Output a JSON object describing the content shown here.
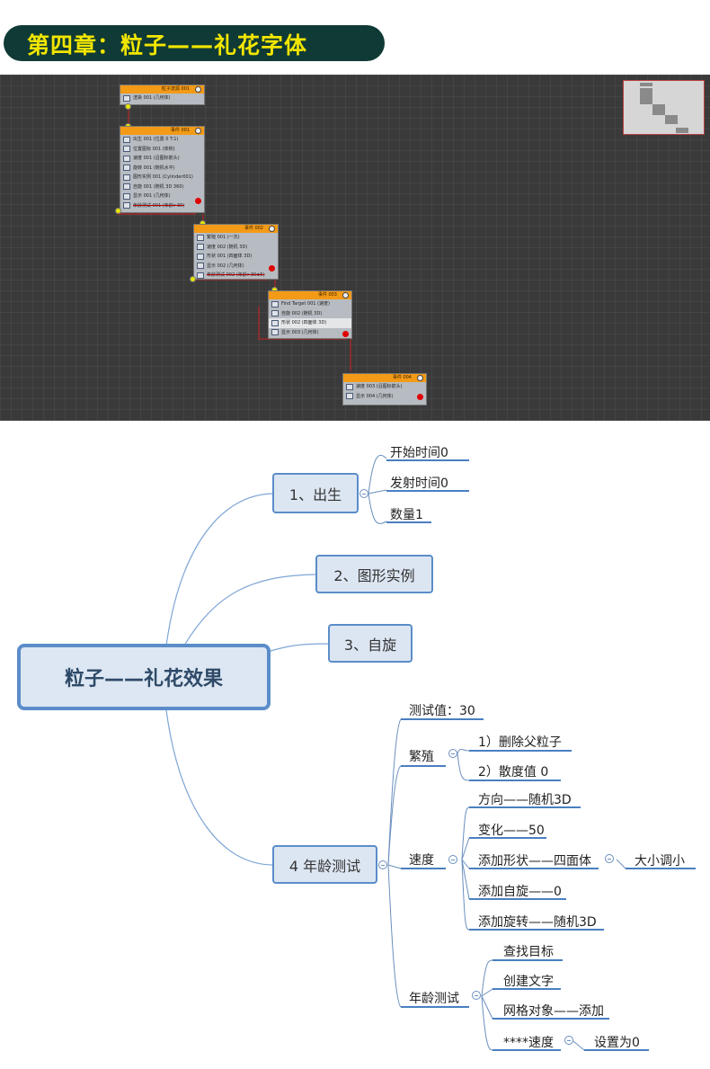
{
  "header": {
    "title": "第四章：粒子——礼花字体"
  },
  "graph": {
    "events": [
      {
        "title": "粒子流源 001",
        "ops": [
          "渲染 001 (几何体)"
        ]
      },
      {
        "title": "事件 001",
        "ops": [
          "出生 001 (位置 0 T:1)",
          "位置图标 001 (体积)",
          "速度 001 (沿图标箭头)",
          "旋转 001 (随机水平)",
          "图形实例 001 (Cylinder001)",
          "自旋 001 (随机 3D 360)",
          "显示 001 (几何体)",
          "年龄测试 001 (年龄>30)"
        ]
      },
      {
        "title": "事件 002",
        "ops": [
          "繁殖 001 (一次)",
          "速度 002 (随机 3D)",
          "形状 001 (四面体 3D)",
          "显示 002 (几何体)",
          "年龄测试 002 (年龄>30±5)"
        ]
      },
      {
        "title": "事件 003",
        "ops": [
          "Find Target 001 (速度)",
          "自旋 002 (随机 3D)",
          "形状 002 (四面体 3D)",
          "显示 003 (几何体)"
        ]
      },
      {
        "title": "事件 004",
        "ops": [
          "速度 003 (沿图标箭头)",
          "显示 004 (几何体)"
        ]
      }
    ]
  },
  "mindmap": {
    "central": "粒子——礼花效果",
    "b1": {
      "label": "1、出生",
      "items": [
        "开始时间0",
        "发射时间0",
        "数量1"
      ]
    },
    "b2": {
      "label": "2、图形实例"
    },
    "b3": {
      "label": "3、自旋"
    },
    "b4": {
      "label": "4 年龄测试",
      "test_value": "测试值：30",
      "fanzhi": {
        "label": "繁殖",
        "items": [
          "1）删除父粒子",
          "2）散度值  0"
        ]
      },
      "sudu": {
        "label": "速度",
        "items": [
          "方向——随机3D",
          "变化——50",
          "添加形状——四面体",
          "添加自旋——0",
          "添加旋转——随机3D"
        ],
        "shape_child": "大小调小"
      },
      "age": {
        "label": "年龄测试",
        "items": [
          "查找目标",
          "创建文字",
          "网格对象——添加",
          "****速度"
        ],
        "speed_child": "设置为0"
      }
    }
  }
}
